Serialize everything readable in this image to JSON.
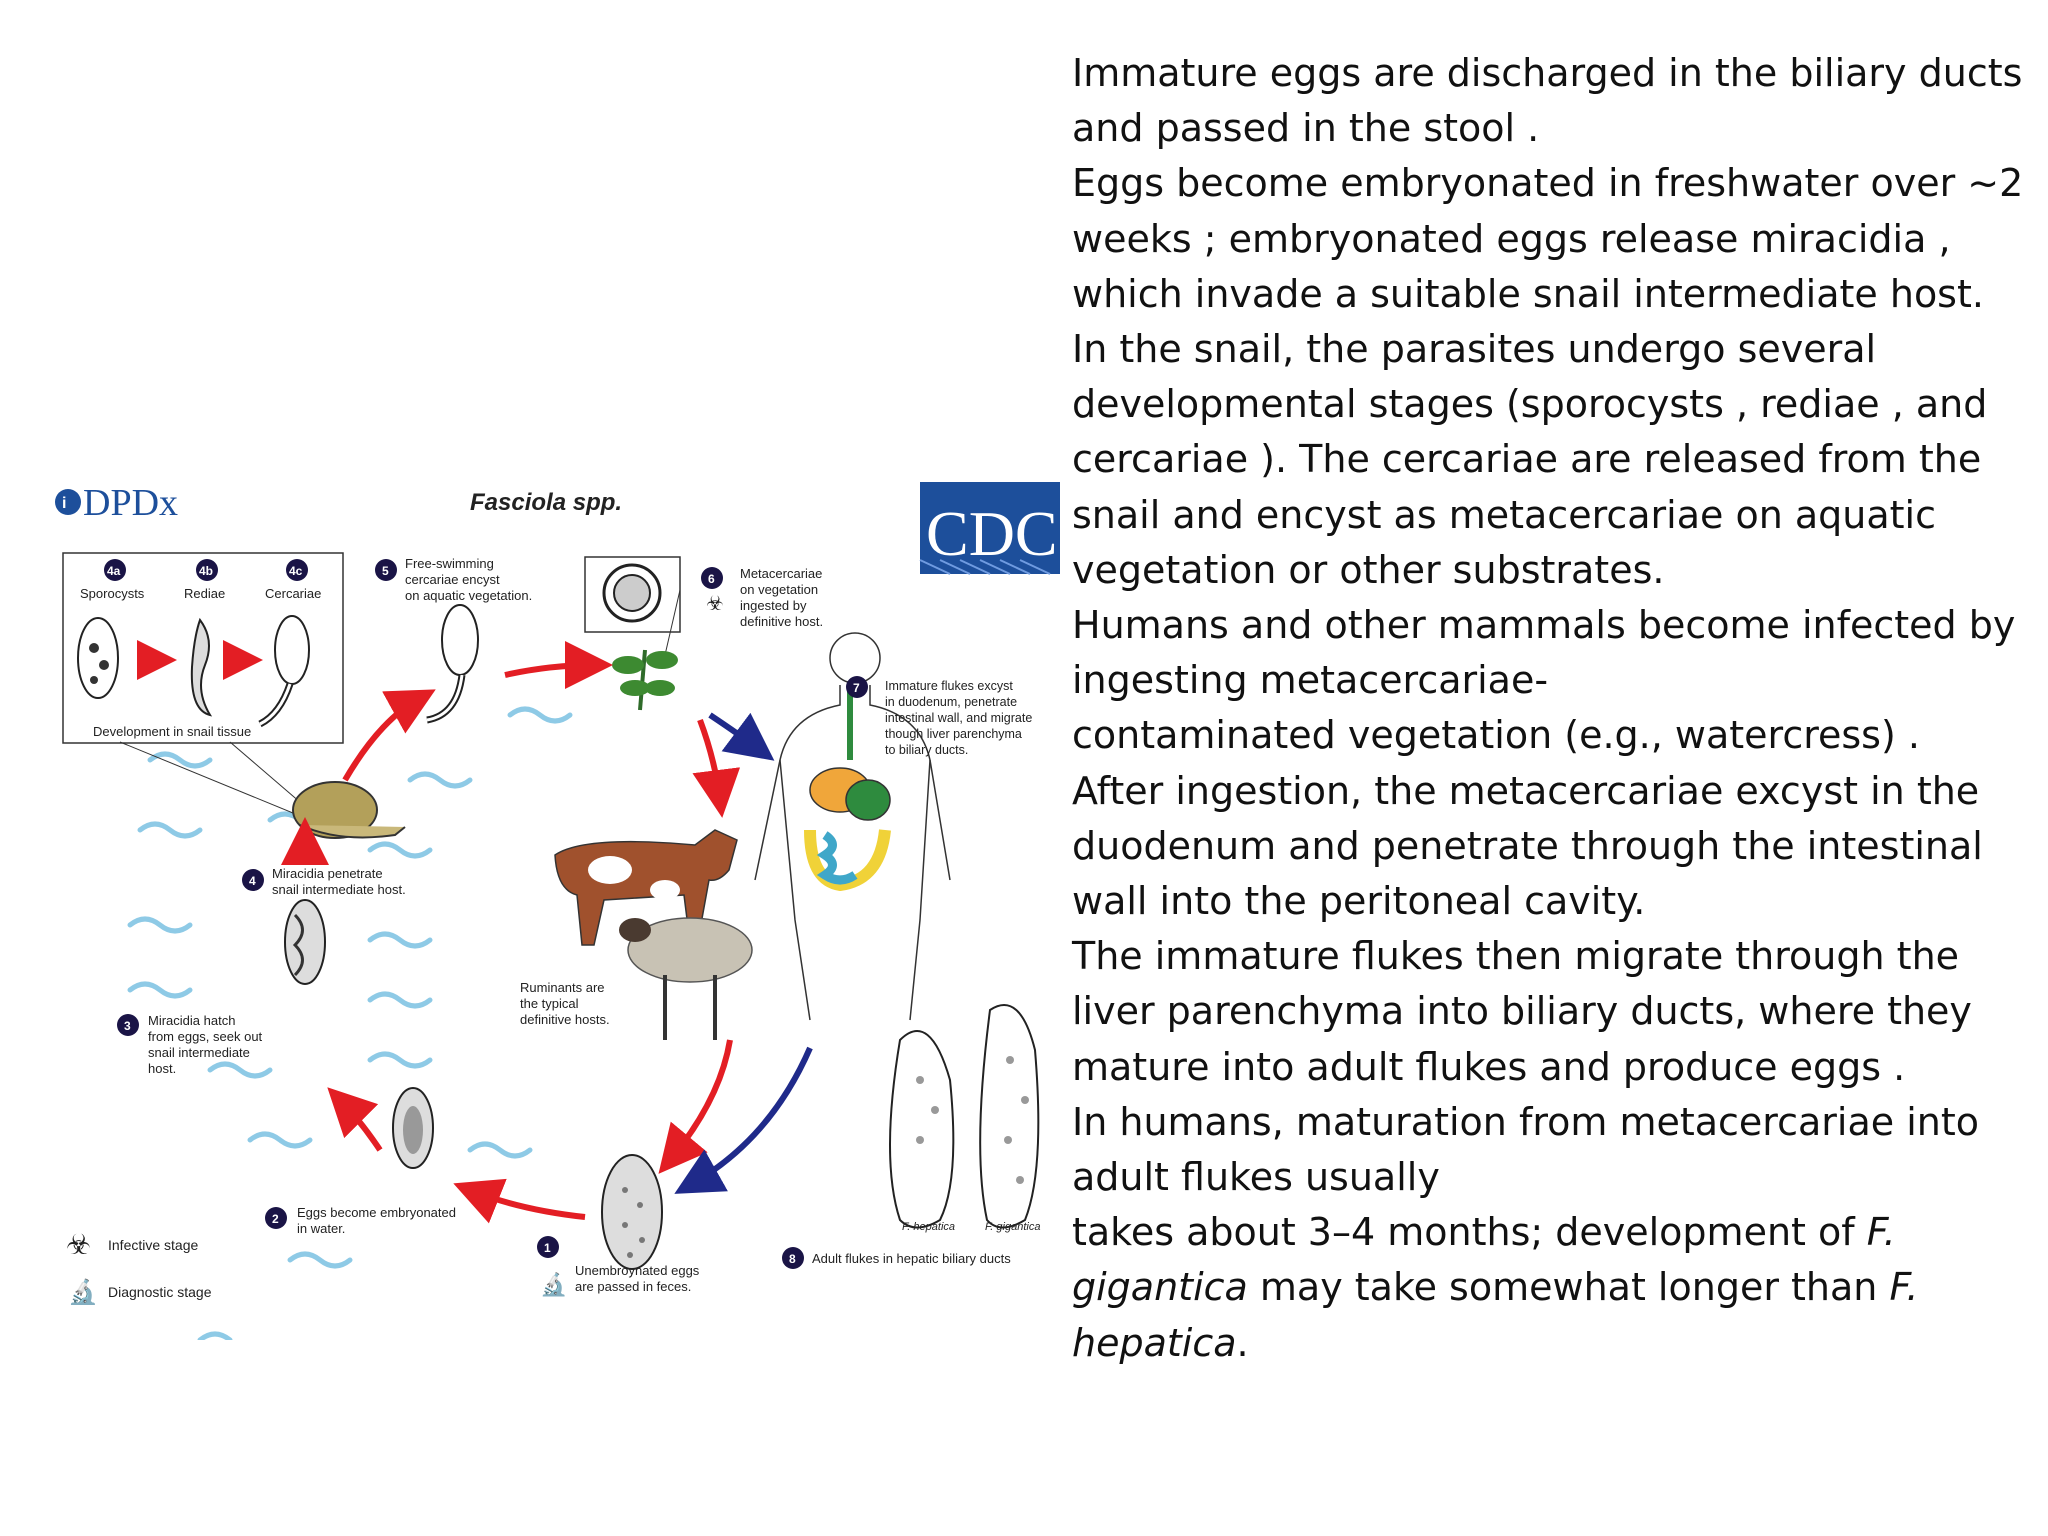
{
  "diagram": {
    "logo_dpdx": "DPDx",
    "title": "Fasciola spp.",
    "logo_cdc": "CDC",
    "stages": {
      "s4a": {
        "num": "4a",
        "label": "Sporocysts"
      },
      "s4b": {
        "num": "4b",
        "label": "Rediae"
      },
      "s4c": {
        "num": "4c",
        "label": "Cercariae"
      },
      "snail_caption": "Development in snail tissue",
      "s1": {
        "num": "1",
        "lines": [
          "Unembroynated eggs",
          "are passed in feces."
        ]
      },
      "s2": {
        "num": "2",
        "lines": [
          "Eggs become embryonated",
          "in water."
        ]
      },
      "s3": {
        "num": "3",
        "lines": [
          "Miracidia hatch",
          "from eggs, seek out",
          "snail intermediate",
          "host."
        ]
      },
      "s4": {
        "num": "4",
        "lines": [
          "Miracidia penetrate",
          "snail intermediate host."
        ]
      },
      "s5": {
        "num": "5",
        "lines": [
          "Free-swimming",
          "cercariae encyst",
          "on aquatic vegetation."
        ]
      },
      "s6": {
        "num": "6",
        "lines": [
          "Metacercariae",
          "on vegetation",
          "ingested by",
          "definitive host."
        ]
      },
      "s7": {
        "num": "7",
        "lines": [
          "Immature flukes excyst",
          "in duodenum, penetrate",
          "intestinal wall, and migrate",
          "though liver parenchyma",
          "to biliary ducts."
        ]
      },
      "s8": {
        "num": "8",
        "label": "Adult flukes in hepatic biliary ducts"
      },
      "ruminants": [
        "Ruminants are",
        "the typical",
        "definitive hosts."
      ],
      "f_hepatica": "F. hepatica",
      "f_gigantica": "F. gigantica"
    },
    "legend": {
      "infective": "Infective stage",
      "diagnostic": "Diagnostic stage"
    },
    "colors": {
      "red_arrow": "#e31e24",
      "blue_arrow": "#1f2a8a",
      "water": "#8ecae6",
      "cdc_blue": "#1d4f9b",
      "badge": "#1a1446"
    }
  },
  "text": {
    "p1": "Immature eggs are discharged in the biliary ducts and passed in the stool  .",
    "p2": "Eggs become embryonated in freshwater over ~2 weeks  ; embryonated eggs release miracidia  , which invade a suitable snail intermediate host.",
    "p3": " In the snail, the parasites undergo several developmental stages (sporocysts  , rediae  , and cercariae  ). The cercariae are released from the snail  and encyst as metacercariae on aquatic vegetation or other substrates.",
    "p4": "Humans and other mammals become infected by ingesting metacercariae-",
    "p5": "contaminated vegetation (e.g., watercress)  .",
    "p6": "After ingestion, the metacercariae excyst in the duodenum  and penetrate through the intestinal wall into the peritoneal cavity.",
    "p7": "The immature flukes then migrate through the liver parenchyma into biliary ducts, where they mature into adult flukes and produce eggs  .",
    "p8": " In humans, maturation from metacercariae into adult flukes usually",
    "p9a": "takes about 3–4 months; development of ",
    "p9b": "F. gigantica",
    "p9c": " may take somewhat longer than ",
    "p9d": "F. hepatica",
    "p9e": "."
  }
}
